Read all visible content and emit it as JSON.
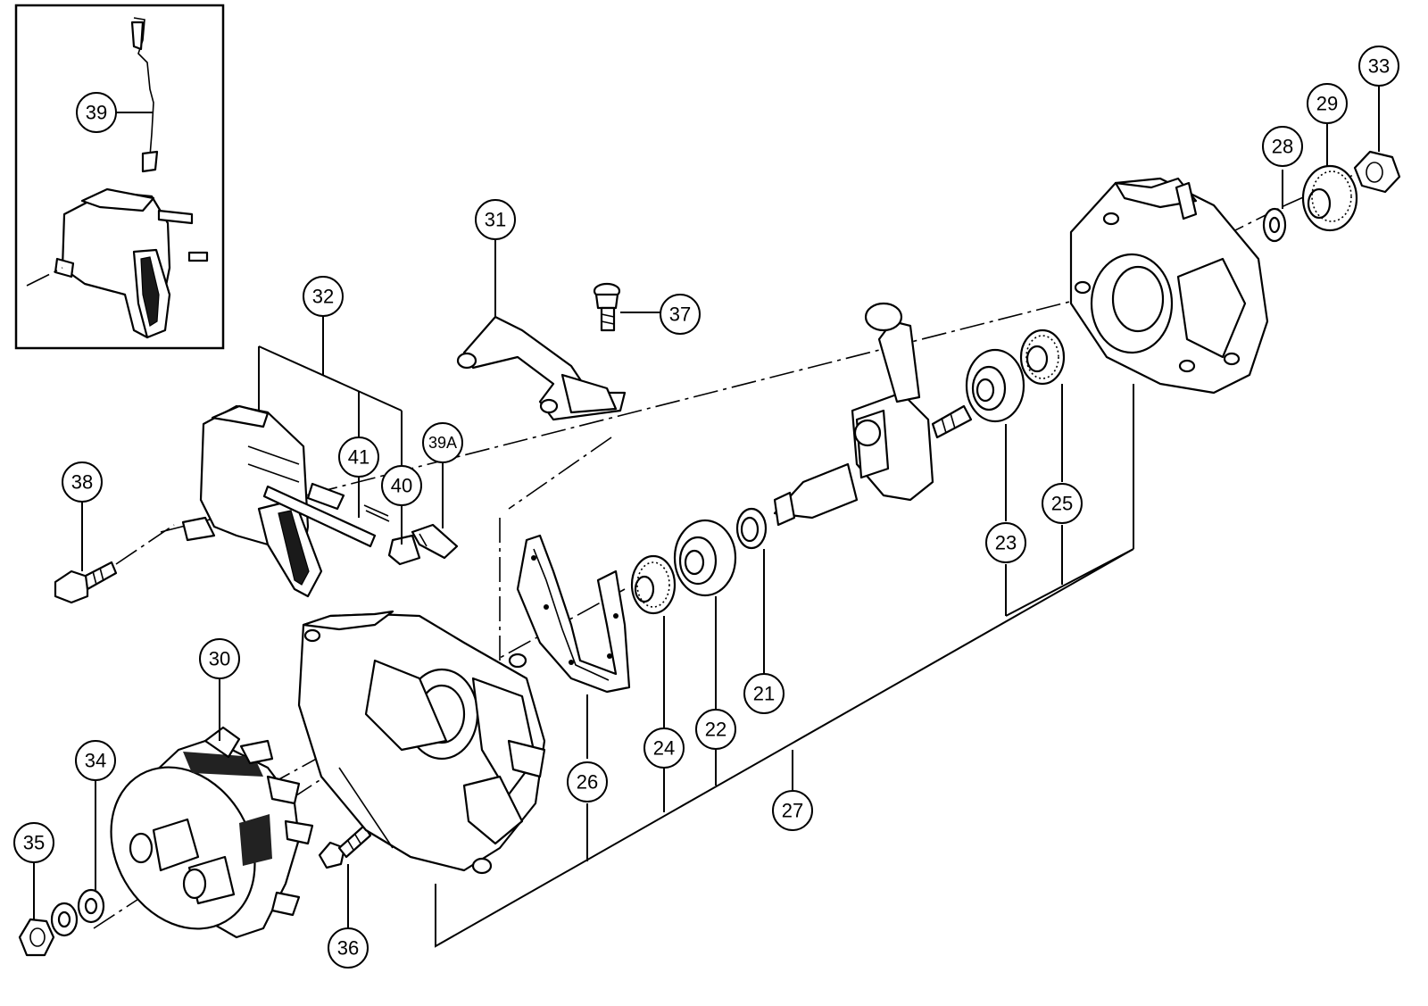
{
  "diagram": {
    "callouts": {
      "p39": "39",
      "p31": "31",
      "p32": "32",
      "p37": "37",
      "p38": "38",
      "p41": "41",
      "p40": "40",
      "p39A": "39A",
      "p33": "33",
      "p29": "29",
      "p28": "28",
      "p23": "23",
      "p25": "25",
      "p21": "21",
      "p22": "22",
      "p24": "24",
      "p26": "26",
      "p27": "27",
      "p30": "30",
      "p34": "34",
      "p35": "35",
      "p36": "36"
    }
  }
}
